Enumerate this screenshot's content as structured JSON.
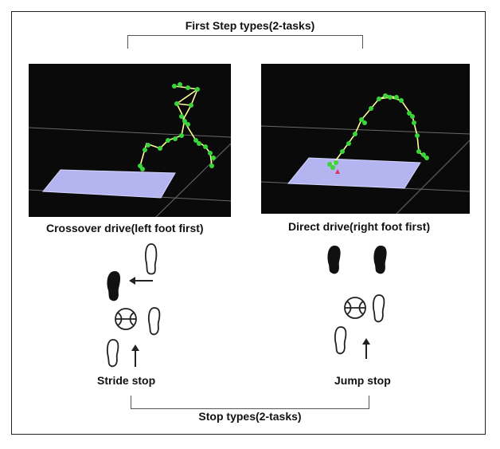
{
  "titles": {
    "first_step": "First Step types(2-tasks)",
    "stop_types": "Stop types(2-tasks)"
  },
  "panels": {
    "left_caption": "Crossover drive(left foot first)",
    "right_caption": "Direct drive(right foot first)"
  },
  "stops": {
    "left_label": "Stride stop",
    "right_label": "Jump stop"
  },
  "colors": {
    "background": "#0a0a0a",
    "platform": "#b4b4f0",
    "joint": "#38d638",
    "bone": "#ffff99",
    "grid": "#8a8a8a"
  },
  "icons": [
    "footprint-icon",
    "ball-icon",
    "arrow-icon"
  ]
}
